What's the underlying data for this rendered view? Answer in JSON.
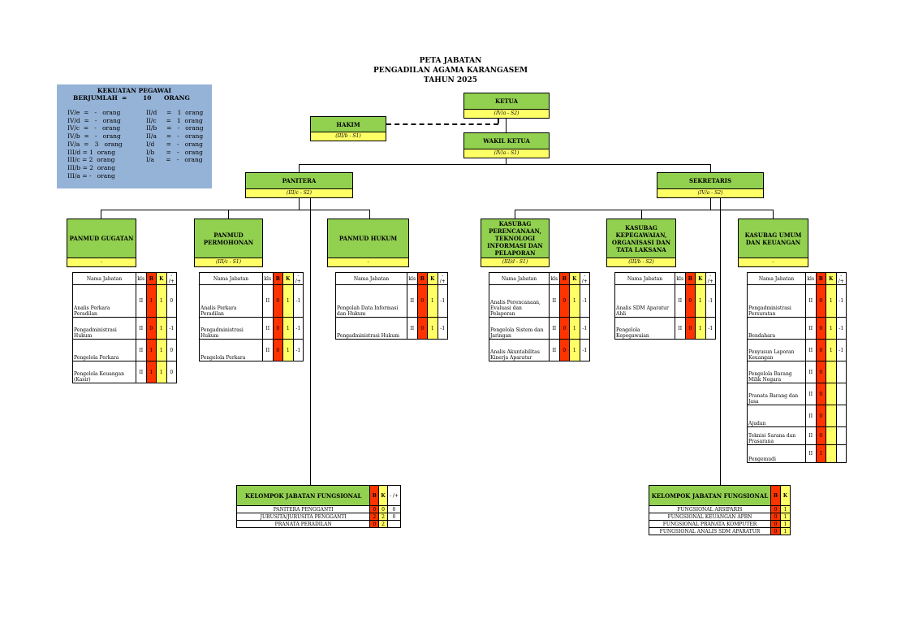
{
  "title": {
    "line1": "PETA JABATAN",
    "line2": "PENGADILAN AGAMA KARANGASEM",
    "line3": "TAHUN 2025"
  },
  "strength": {
    "heading": "KEKUATAN PEGAWAI",
    "total_label": "BERJUMLAH",
    "total_eq": "=",
    "total_value": "10",
    "total_unit": "ORANG",
    "left_rows": [
      "IV/e  =   -   orang",
      "IV/d  =   -   orang",
      "IV/c  =   -   orang",
      "IV/b  =   -   orang",
      "IV/a  =   3   orang",
      "III/d = 1  orang",
      "III/c = 2  orang",
      "III/b = 2  orang",
      "III/a = -   orang"
    ],
    "right_rows": [
      "II/d     =   1  orang",
      "II/c     =   1  orang",
      "II/b     =   -   orang",
      "II/a     =   -   orang",
      "I/d      =   -   orang",
      "I/b      =   -   orang",
      "I/a      =   -   orang"
    ]
  },
  "nodes": {
    "ketua": {
      "name": "KETUA",
      "grade": "(IV/a - S2)"
    },
    "hakim": {
      "name": "HAKIM",
      "grade": "(III/b - S1)"
    },
    "wakil": {
      "name": "WAKIL KETUA",
      "grade": "(IV/a - S1)"
    },
    "panitera": {
      "name": "PANITERA",
      "grade": "(III/c - S2)"
    },
    "sekretaris": {
      "name": "SEKRETARIS",
      "grade": "(IV/a - S2)"
    },
    "gugatan": {
      "name": "PANMUD GUGATAN",
      "grade": "-"
    },
    "permohonan": {
      "name": "PANMUD PERMOHONAN",
      "grade": "(III/c - S1)"
    },
    "hukum": {
      "name": "PANMUD HUKUM",
      "grade": "-"
    },
    "perencanaan": {
      "name": "KASUBAG PERENCANAAN, TEKNOLOGI INFORMASI DAN PELAPORAN",
      "grade": "(III/d - S1)"
    },
    "kepegawaian": {
      "name": "KASUBAG KEPEGAWAIAN, ORGANISASI DAN TATA LAKSANA",
      "grade": "(III/b - S2)"
    },
    "umum": {
      "name": "KASUBAG UMUM DAN KEUANGAN",
      "grade": "-"
    }
  },
  "table_headers": {
    "name": "Nama Jabatan",
    "kls": "kls",
    "b": "B",
    "k": "K",
    "diff": "- /+"
  },
  "tables": {
    "gugatan": [
      {
        "n": "Analis Perkara Peradilan",
        "kls": "II",
        "b": "1",
        "k": "1",
        "d": "0"
      },
      {
        "n": "Pengadministrasi Hukum",
        "kls": "II",
        "b": "0",
        "k": "1",
        "d": "-1"
      },
      {
        "n": "Pengelola Perkara",
        "kls": "II",
        "b": "1",
        "k": "1",
        "d": "0"
      },
      {
        "n": "Pengelola Keuangan (Kasir)",
        "kls": "II",
        "b": "1",
        "k": "1",
        "d": "0"
      }
    ],
    "permohonan": [
      {
        "n": "Analis Perkara Peradilan",
        "kls": "II",
        "b": "0",
        "k": "1",
        "d": "-1"
      },
      {
        "n": "Pengadministrasi Hukum",
        "kls": "II",
        "b": "0",
        "k": "1",
        "d": "-1"
      },
      {
        "n": "Pengelola Perkara",
        "kls": "II",
        "b": "0",
        "k": "1",
        "d": "-1"
      }
    ],
    "hukum": [
      {
        "n": "Pengolah Data Informasi dan Hukum",
        "kls": "II",
        "b": "0",
        "k": "1",
        "d": "-1"
      },
      {
        "n": "Pengadministrasi Hukum",
        "kls": "II",
        "b": "0",
        "k": "1",
        "d": "-1"
      }
    ],
    "perencanaan": [
      {
        "n": "Analis Perencanaan, Evaluasi dan Pelaporan",
        "kls": "II",
        "b": "0",
        "k": "1",
        "d": "-1"
      },
      {
        "n": "Pengelola Sistem dan Jaringan",
        "kls": "II",
        "b": "0",
        "k": "1",
        "d": "-1"
      },
      {
        "n": "Analis Akuntabilitas Kinerja Aparatur",
        "kls": "II",
        "b": "0",
        "k": "1",
        "d": "-1"
      }
    ],
    "kepegawaian": [
      {
        "n": "Analis SDM Aparatur Ahli",
        "kls": "II",
        "b": "0",
        "k": "1",
        "d": "-1"
      },
      {
        "n": "Pengelola Kepegawaian",
        "kls": "II",
        "b": "0",
        "k": "1",
        "d": "-1"
      }
    ],
    "umum": [
      {
        "n": "Pengadministrasi Persuratan",
        "kls": "II",
        "b": "0",
        "k": "1",
        "d": "-1"
      },
      {
        "n": "Bendahara",
        "kls": "II",
        "b": "0",
        "k": "1",
        "d": "-1"
      },
      {
        "n": "Penyusun Laporan Keuangan",
        "kls": "II",
        "b": "0",
        "k": "1",
        "d": "-1"
      },
      {
        "n": "Pengelola Barang Milik Negara",
        "kls": "II",
        "b": "0",
        "k": "",
        "d": ""
      },
      {
        "n": "Pranata Barang dan Jasa",
        "kls": "II",
        "b": "0",
        "k": "",
        "d": ""
      },
      {
        "n": "Ajudan",
        "kls": "II",
        "b": "0",
        "k": "",
        "d": ""
      },
      {
        "n": "Teknisi Sarana dan Prasarana",
        "kls": "II",
        "b": "0",
        "k": "",
        "d": ""
      },
      {
        "n": "Pengemudi",
        "kls": "II",
        "b": "1",
        "k": "",
        "d": ""
      }
    ]
  },
  "fungsional_left": {
    "title": "KELOMPOK JABATAN FUNGSIONAL",
    "b": "B",
    "k": "K",
    "diff": "- /+",
    "rows": [
      {
        "n": "PANITERA PENGGANTI",
        "b": "0",
        "k": "0",
        "d": "0"
      },
      {
        "n": "JURUSITA/JURUSITA PENGGANTI",
        "b": "2",
        "k": "2",
        "d": "0"
      },
      {
        "n": "PRANATA PERADILAN",
        "b": "0",
        "k": "2",
        "d": ""
      }
    ]
  },
  "fungsional_right": {
    "title": "KELOMPOK JABATAN FUNGSIONAL",
    "b": "B",
    "k": "K",
    "rows": [
      {
        "n": "FUNGSIONAL ARSIPARIS",
        "b": "0",
        "k": "1"
      },
      {
        "n": "FUNGSIONAL KEUANGAN APBN",
        "b": "0",
        "k": "1"
      },
      {
        "n": "FUNGSIONAL PRANATA KOMPUTER",
        "b": "0",
        "k": "1"
      },
      {
        "n": "FUNGSIONAL ANALIS SDM APARATUR",
        "b": "0",
        "k": "1"
      }
    ]
  }
}
